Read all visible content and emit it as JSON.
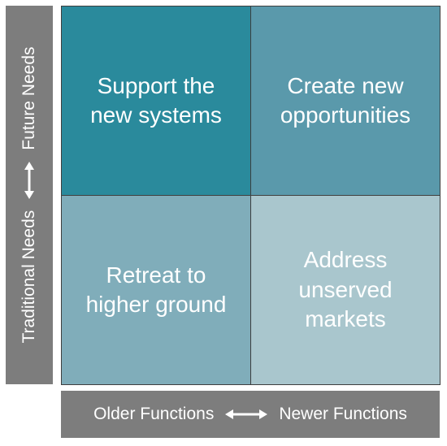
{
  "y_axis": {
    "low_label": "Traditional Needs",
    "high_label": "Future Needs"
  },
  "x_axis": {
    "low_label": "Older Functions",
    "high_label": "Newer Functions"
  },
  "quadrants": {
    "top_left": {
      "line1": "Support the",
      "line2": "new systems",
      "color": "#2a8a9c"
    },
    "top_right": {
      "line1": "Create new",
      "line2": "opportunities",
      "color": "#5a99ab"
    },
    "bottom_left": {
      "line1": "Retreat to",
      "line2": "higher ground",
      "color": "#80adba"
    },
    "bottom_right": {
      "line1": "Address",
      "line2": "unserved",
      "line3": "markets",
      "color": "#a9c6cd"
    }
  },
  "colors": {
    "axis_bar": "#7d7d7d",
    "quadrant_border": "#3f3f3f",
    "text": "#ffffff"
  }
}
